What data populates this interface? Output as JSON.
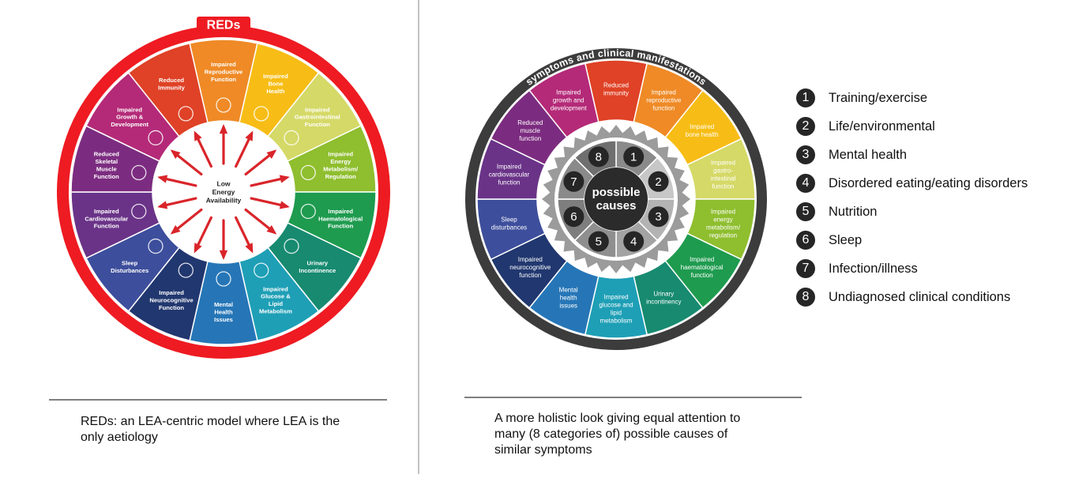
{
  "left_model": {
    "ring_title": "REDs",
    "center_label": [
      "Low",
      "Energy",
      "Availability"
    ],
    "segments": [
      {
        "label": [
          "Impaired",
          "Reproductive",
          "Function"
        ],
        "color": "#ef8a26",
        "icon": "uterus-icon"
      },
      {
        "label": [
          "Impaired",
          "Bone",
          "Health"
        ],
        "color": "#f7bd16",
        "icon": "bone-icon"
      },
      {
        "label": [
          "Impaired",
          "Gastrointestinal",
          "Function"
        ],
        "color": "#d5d967",
        "icon": "intestine-icon"
      },
      {
        "label": [
          "Impaired",
          "Energy",
          "Metabolism/",
          "Regulation"
        ],
        "color": "#8fbe2f",
        "icon": "liver-icon"
      },
      {
        "label": [
          "Impaired",
          "Haematological",
          "Function"
        ],
        "color": "#1e9b4f",
        "icon": "blood-cells-icon"
      },
      {
        "label": [
          "Urinary",
          "Incontinence"
        ],
        "color": "#178a70",
        "icon": "kidney-icon"
      },
      {
        "label": [
          "Impaired",
          "Glucose &",
          "Lipid",
          "Metabolism"
        ],
        "color": "#1e9fb6",
        "icon": "pancreas-icon"
      },
      {
        "label": [
          "Mental",
          "Health",
          "Issues"
        ],
        "color": "#2676b7",
        "icon": "head-icon"
      },
      {
        "label": [
          "Impaired",
          "Neurocognitive",
          "Function"
        ],
        "color": "#21376f",
        "icon": "brain-icon"
      },
      {
        "label": [
          "Sleep",
          "Disturbances"
        ],
        "color": "#3d4e9c",
        "icon": "zzz-icon"
      },
      {
        "label": [
          "Impaired",
          "Cardiovascular",
          "Function"
        ],
        "color": "#6a3388",
        "icon": "heart-icon"
      },
      {
        "label": [
          "Reduced",
          "Skeletal",
          "Muscle",
          "Function"
        ],
        "color": "#7c2c80",
        "icon": "muscle-icon"
      },
      {
        "label": [
          "Impaired",
          "Growth &",
          "Development"
        ],
        "color": "#b42a78",
        "icon": "growth-chart-icon"
      },
      {
        "label": [
          "Reduced",
          "Immunity"
        ],
        "color": "#df4226",
        "icon": "virus-icon"
      }
    ],
    "caption": [
      "REDs: an LEA-centric model where LEA is the",
      "only aetiology"
    ]
  },
  "right_model": {
    "ring_title": "symptoms and clinical manifestations",
    "center_label": [
      "possible",
      "causes"
    ],
    "cause_numbers": [
      "1",
      "2",
      "3",
      "4",
      "5",
      "6",
      "7",
      "8"
    ],
    "segments": [
      {
        "label": [
          "Reduced",
          "immunity"
        ],
        "color": "#df4226"
      },
      {
        "label": [
          "Impaired",
          "reproductive",
          "function"
        ],
        "color": "#ef8a26"
      },
      {
        "label": [
          "Impaired",
          "bone health"
        ],
        "color": "#f7bd16"
      },
      {
        "label": [
          "Impaired",
          "gastro-",
          "intestinal",
          "function"
        ],
        "color": "#d5d967"
      },
      {
        "label": [
          "Impaired",
          "energy",
          "metabolism/",
          "regulation"
        ],
        "color": "#8fbe2f"
      },
      {
        "label": [
          "Impaired",
          "haematological",
          "function"
        ],
        "color": "#1e9b4f"
      },
      {
        "label": [
          "Urinary",
          "incontinency"
        ],
        "color": "#178a70"
      },
      {
        "label": [
          "Impaired",
          "glucose and",
          "lipid",
          "metabolism"
        ],
        "color": "#1e9fb6"
      },
      {
        "label": [
          "Mental",
          "health",
          "issues"
        ],
        "color": "#2676b7"
      },
      {
        "label": [
          "Impaired",
          "neurocognitive",
          "function"
        ],
        "color": "#21376f"
      },
      {
        "label": [
          "Sleep",
          "disturbances"
        ],
        "color": "#3d4e9c"
      },
      {
        "label": [
          "Impaired",
          "cardiovascular",
          "function"
        ],
        "color": "#6a3388"
      },
      {
        "label": [
          "Reduced",
          "muscle",
          "function"
        ],
        "color": "#7c2c80"
      },
      {
        "label": [
          "Impaired",
          "growth and",
          "development"
        ],
        "color": "#b42a78"
      }
    ],
    "caption": [
      "A more holistic look giving equal attention to",
      "many (8 categories of) possible causes of",
      "similar  symptoms"
    ]
  },
  "legend": [
    {
      "num": "1",
      "label": "Training/exercise"
    },
    {
      "num": "2",
      "label": "Life/environmental"
    },
    {
      "num": "3",
      "label": "Mental health"
    },
    {
      "num": "4",
      "label": "Disordered eating/eating disorders"
    },
    {
      "num": "5",
      "label": "Nutrition"
    },
    {
      "num": "6",
      "label": "Sleep"
    },
    {
      "num": "7",
      "label": "Infection/illness"
    },
    {
      "num": "8",
      "label": "Undiagnosed clinical conditions"
    }
  ],
  "colors": {
    "ring_red": "#ee1b22",
    "ring_dark": "#3c3c3c",
    "gear": "#9b9b9b",
    "arrow": "#d9252a"
  }
}
